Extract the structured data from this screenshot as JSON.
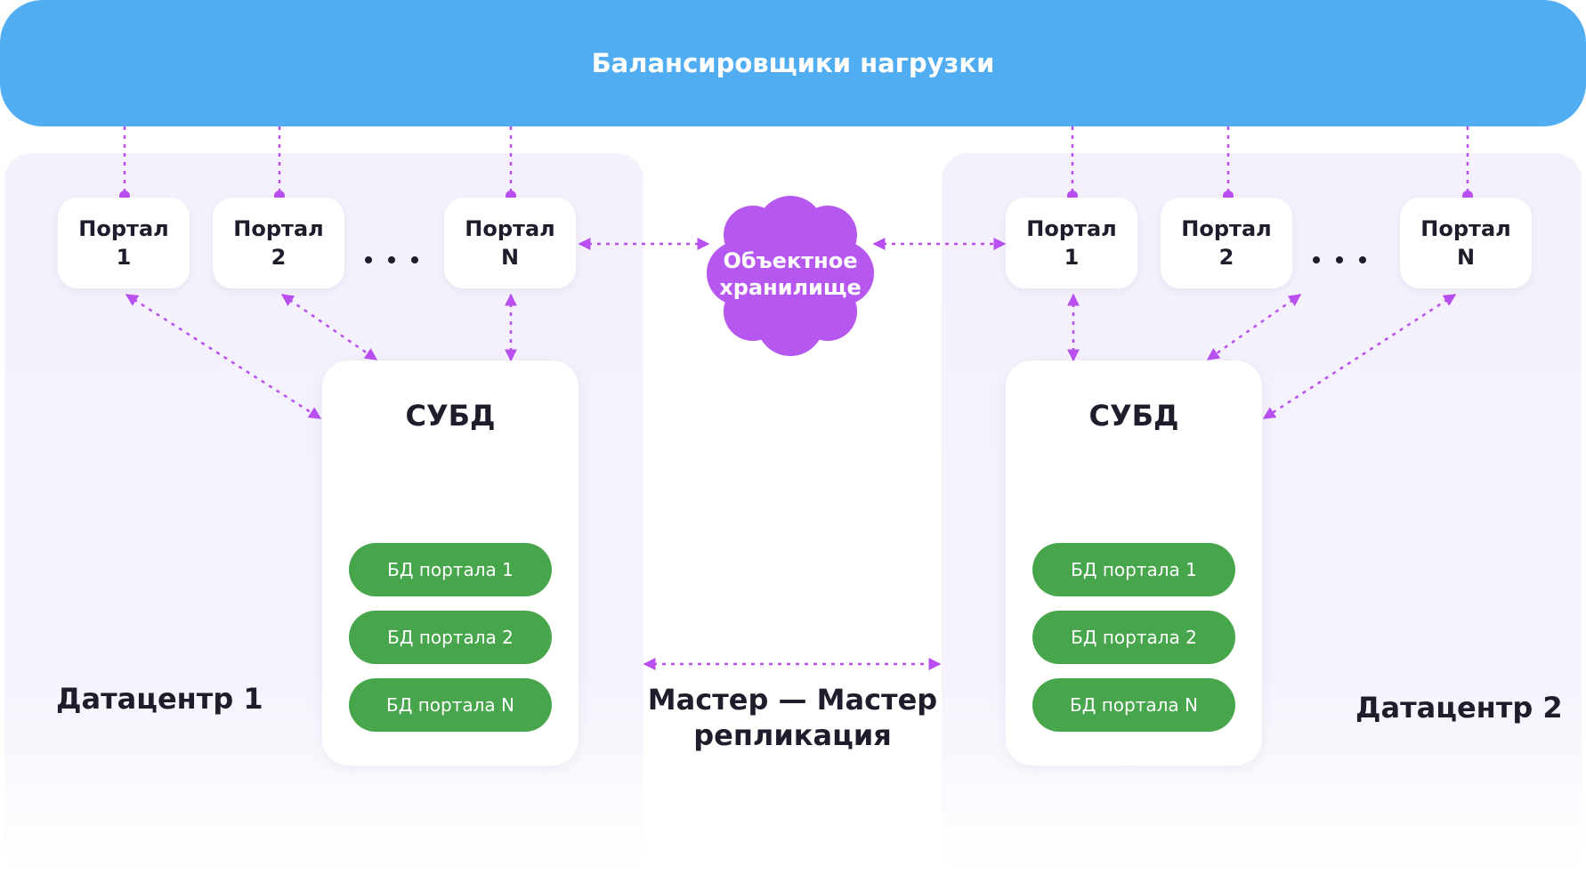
{
  "load_balancers": {
    "label": "Балансировщики нагрузки"
  },
  "storage": {
    "line1": "Объектное",
    "line2": "хранилище"
  },
  "replication": {
    "line1": "Мастер — Мастер",
    "line2": "репликация"
  },
  "datacenters": [
    {
      "name": "Датацентр 1",
      "portals": [
        {
          "title": "Портал",
          "id": "1"
        },
        {
          "title": "Портал",
          "id": "2"
        },
        {
          "title": "Портал",
          "id": "N"
        }
      ],
      "dbms": {
        "title": "СУБД",
        "databases": [
          "БД портала 1",
          "БД портала 2",
          "БД портала N"
        ]
      }
    },
    {
      "name": "Датацентр 2",
      "portals": [
        {
          "title": "Портал",
          "id": "1"
        },
        {
          "title": "Портал",
          "id": "2"
        },
        {
          "title": "Портал",
          "id": "N"
        }
      ],
      "dbms": {
        "title": "СУБД",
        "databases": [
          "БД портала 1",
          "БД портала 2",
          "БД портала N"
        ]
      }
    }
  ],
  "colors": {
    "load_balancer": "#51adf2",
    "connector": "#b94ff0",
    "storage": "#b657f0",
    "database": "#47a54b",
    "datacenter_bg": "#f4f1fc"
  }
}
